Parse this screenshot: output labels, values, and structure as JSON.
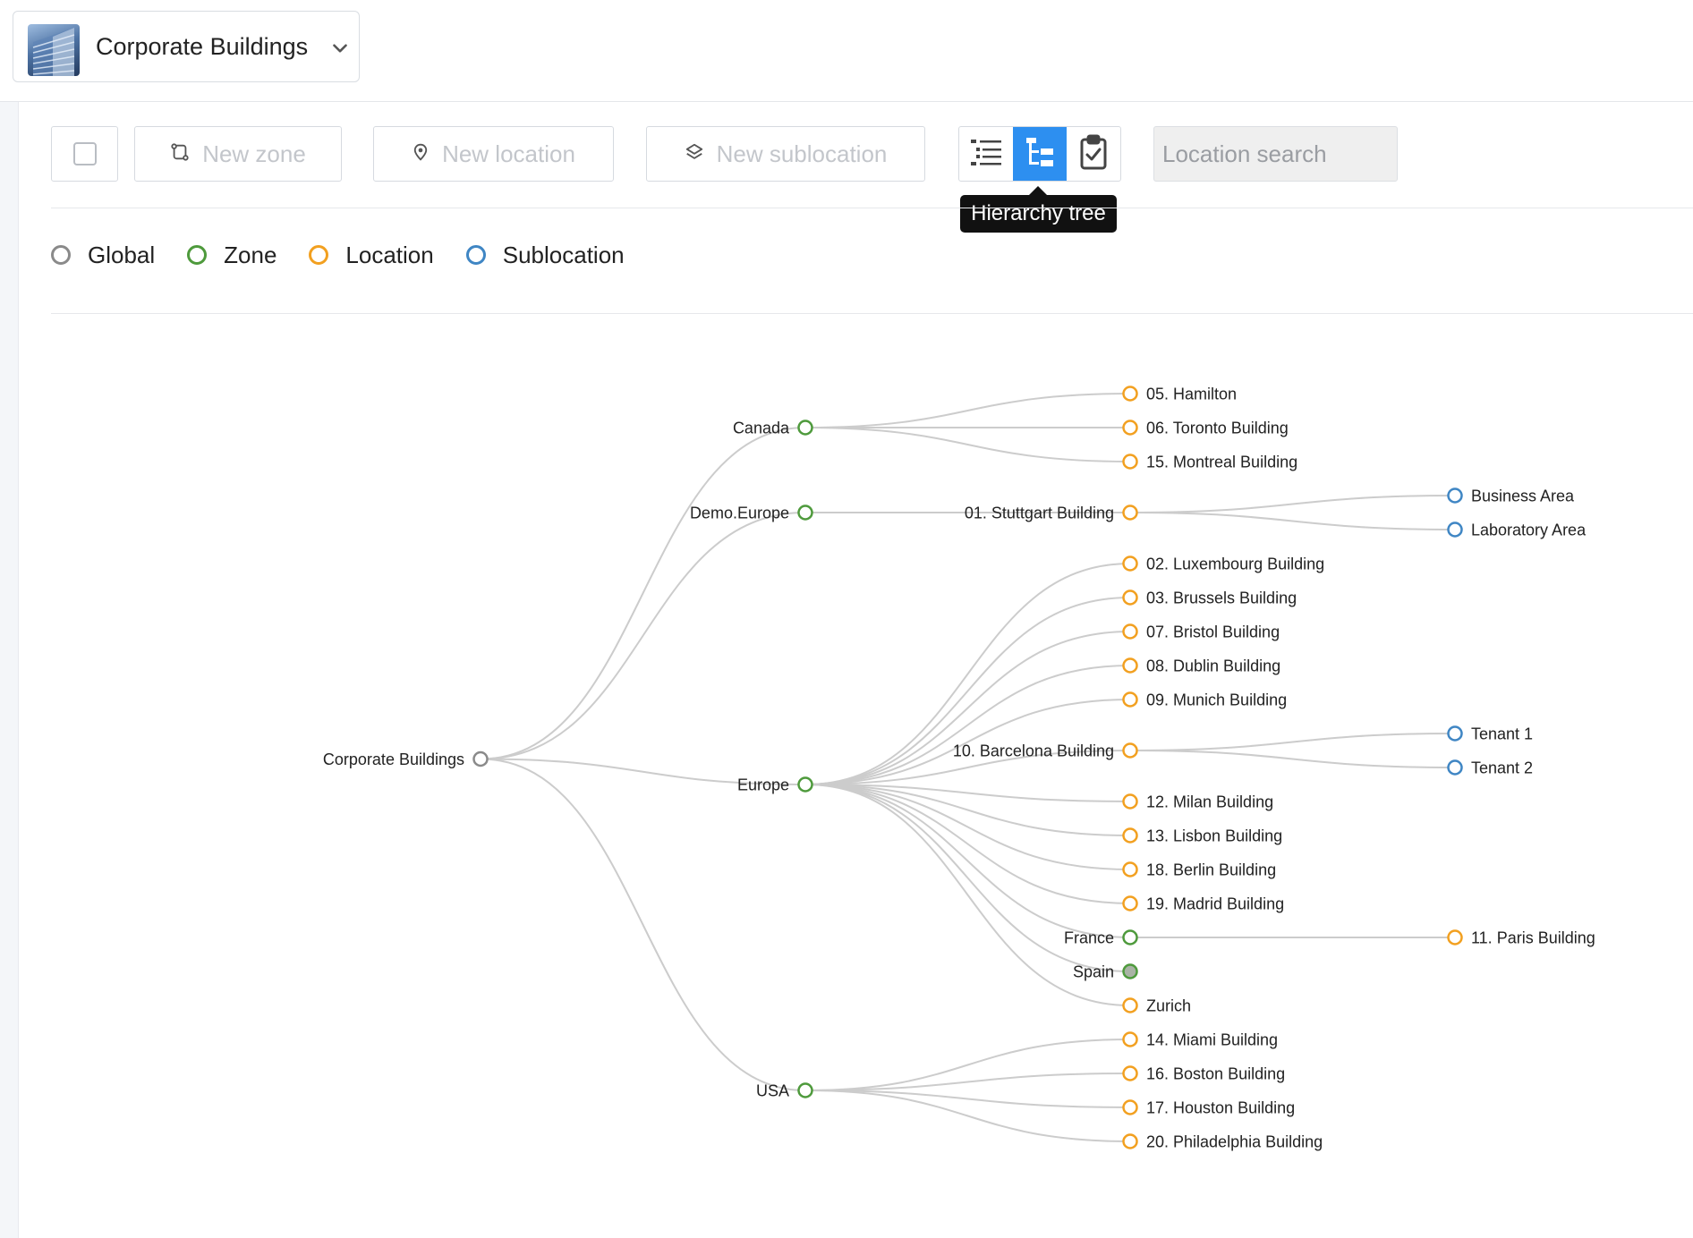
{
  "header": {
    "org_name": "Corporate Buildings"
  },
  "toolbar": {
    "new_zone_label": "New zone",
    "new_location_label": "New location",
    "new_sublocation_label": "New sublocation",
    "tooltip": "Hierarchy tree",
    "search_placeholder": "Location search"
  },
  "legend": {
    "items": [
      {
        "label": "Global",
        "color": "#8a8a8a"
      },
      {
        "label": "Zone",
        "color": "#4e9a3c"
      },
      {
        "label": "Location",
        "color": "#f2a020"
      },
      {
        "label": "Sublocation",
        "color": "#3f86c4"
      }
    ]
  },
  "colors": {
    "global": "#8a8a8a",
    "zone": "#4e9a3c",
    "location": "#f2a020",
    "sublocation": "#3f86c4",
    "accent": "#2d8ff0",
    "link": "#cccccc",
    "collapsed_fill": "#a9b3a5"
  },
  "tree": {
    "name": "Corporate Buildings",
    "type": "global",
    "children": [
      {
        "name": "Canada",
        "type": "zone",
        "children": [
          {
            "name": "05. Hamilton",
            "type": "location"
          },
          {
            "name": "06. Toronto Building",
            "type": "location"
          },
          {
            "name": "15. Montreal Building",
            "type": "location"
          }
        ]
      },
      {
        "name": "Demo.Europe",
        "type": "zone",
        "children": [
          {
            "name": "01. Stuttgart Building",
            "type": "location",
            "children": [
              {
                "name": "Business Area",
                "type": "sublocation"
              },
              {
                "name": "Laboratory Area",
                "type": "sublocation"
              }
            ]
          }
        ]
      },
      {
        "name": "Europe",
        "type": "zone",
        "children": [
          {
            "name": "02. Luxembourg Building",
            "type": "location"
          },
          {
            "name": "03. Brussels Building",
            "type": "location"
          },
          {
            "name": "07. Bristol Building",
            "type": "location"
          },
          {
            "name": "08. Dublin Building",
            "type": "location"
          },
          {
            "name": "09. Munich Building",
            "type": "location"
          },
          {
            "name": "10. Barcelona Building",
            "type": "location",
            "children": [
              {
                "name": "Tenant 1",
                "type": "sublocation"
              },
              {
                "name": "Tenant 2",
                "type": "sublocation"
              }
            ]
          },
          {
            "name": "12. Milan Building",
            "type": "location"
          },
          {
            "name": "13. Lisbon Building",
            "type": "location"
          },
          {
            "name": "18. Berlin Building",
            "type": "location"
          },
          {
            "name": "19. Madrid Building",
            "type": "location"
          },
          {
            "name": "France",
            "type": "zone",
            "children": [
              {
                "name": "11. Paris Building",
                "type": "location"
              }
            ]
          },
          {
            "name": "Spain",
            "type": "zone",
            "collapsed": true
          },
          {
            "name": "Zurich",
            "type": "location"
          }
        ]
      },
      {
        "name": "USA",
        "type": "zone",
        "children": [
          {
            "name": "14. Miami Building",
            "type": "location"
          },
          {
            "name": "16. Boston Building",
            "type": "location"
          },
          {
            "name": "17. Houston Building",
            "type": "location"
          },
          {
            "name": "20. Philadelphia Building",
            "type": "location"
          }
        ]
      }
    ]
  }
}
